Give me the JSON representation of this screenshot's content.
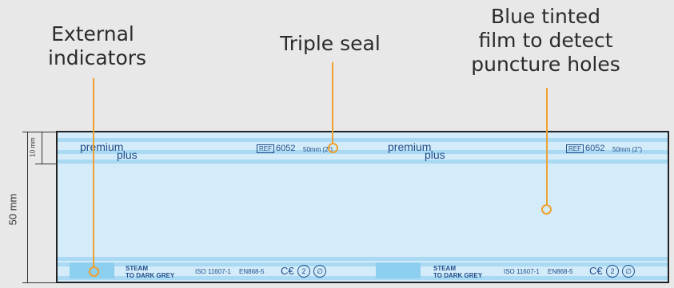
{
  "callouts": {
    "external_indicators": [
      "External",
      "indicators"
    ],
    "triple_seal": "Triple seal",
    "blue_film": [
      "Blue tinted",
      "film to detect",
      "puncture holes"
    ]
  },
  "dimensions": {
    "total": "50 mm",
    "seal": "10 mm"
  },
  "strip": {
    "brand_part1": "premium",
    "brand_part2": "plus",
    "ref_box": "REF",
    "ref_number": "6052",
    "width_label": "50mm (2\")",
    "indicator_line1": "STEAM",
    "indicator_line2": "TO DARK GREY",
    "iso_text": "ISO 11607-1",
    "en_text": "EN868-5",
    "ce_mark": "C€",
    "single_use_symbol": "2",
    "no_reuse_symbol": "∅"
  },
  "colors": {
    "accent": "#f0a030",
    "film": "#d4ebf9",
    "seal": "#a9d9f3",
    "indicator": "#8ccfee",
    "print": "#1f4e8a"
  }
}
